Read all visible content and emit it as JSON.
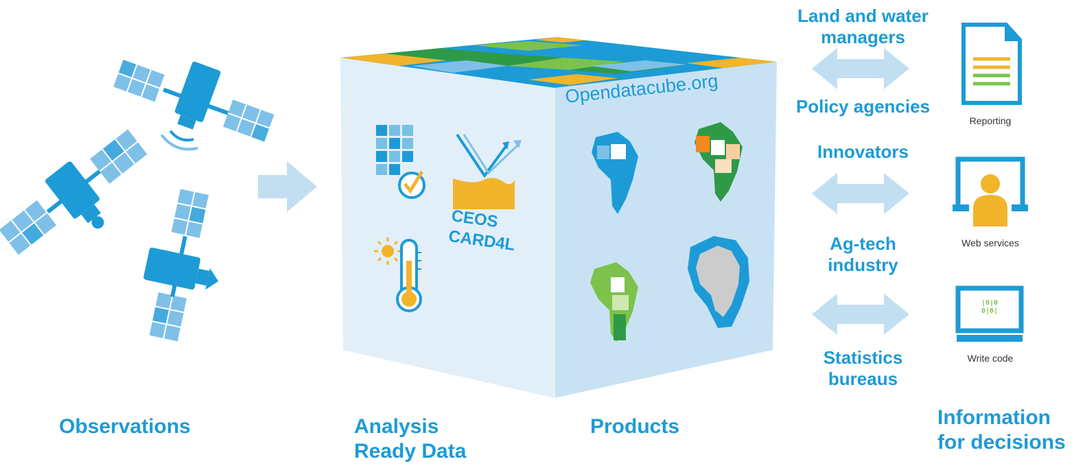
{
  "colors": {
    "accent": "#1d9bd6",
    "cube_left": "#e2eff8",
    "cube_right": "#c8e2f3",
    "arrow": "#c2dff2",
    "green": "#2e9a47",
    "yellow": "#f2b42b",
    "orange": "#f28a1e"
  },
  "cube": {
    "url_text": "Opendatacube.org",
    "ceos_line1": "CEOS",
    "ceos_line2": "CARD4L"
  },
  "stages": {
    "observations": "Observations",
    "ard_line1": "Analysis",
    "ard_line2": "Ready Data",
    "products": "Products",
    "info_line1": "Information",
    "info_line2": "for decisions"
  },
  "users": [
    {
      "line1": "Land and water",
      "line2": "managers"
    },
    {
      "line1": "Policy agencies",
      "line2": ""
    },
    {
      "line1": "Innovators",
      "line2": ""
    },
    {
      "line1": "Ag-tech",
      "line2": "industry"
    },
    {
      "line1": "Statistics",
      "line2": "bureaus"
    }
  ],
  "outputs": [
    {
      "label": "Reporting",
      "icon": "document-icon"
    },
    {
      "label": "Web services",
      "icon": "monitor-user-icon"
    },
    {
      "label": "Write code",
      "icon": "laptop-code-icon"
    }
  ],
  "code_glyph_line1": "|0|0",
  "code_glyph_line2": "0|0|"
}
